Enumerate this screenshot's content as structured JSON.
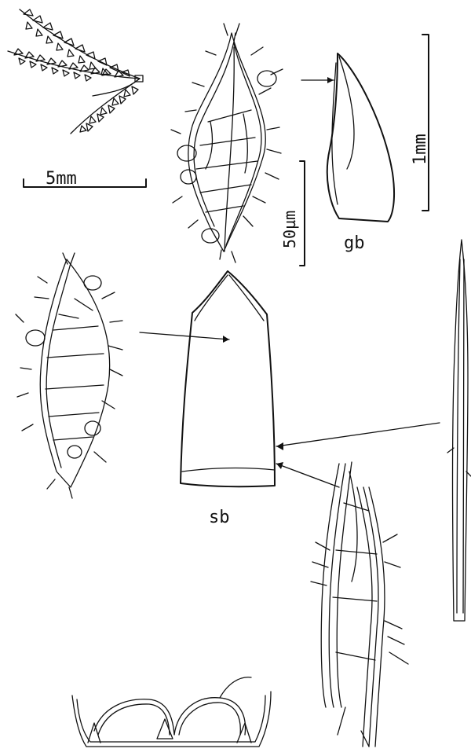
{
  "labels": {
    "scale_5mm": "5mm",
    "scale_1mm": "1mm",
    "scale_50um": "50µm",
    "leaf_gb": "gb",
    "leaf_sb": "sb"
  },
  "colors": {
    "ink": "#111111",
    "paper": "#ffffff"
  }
}
